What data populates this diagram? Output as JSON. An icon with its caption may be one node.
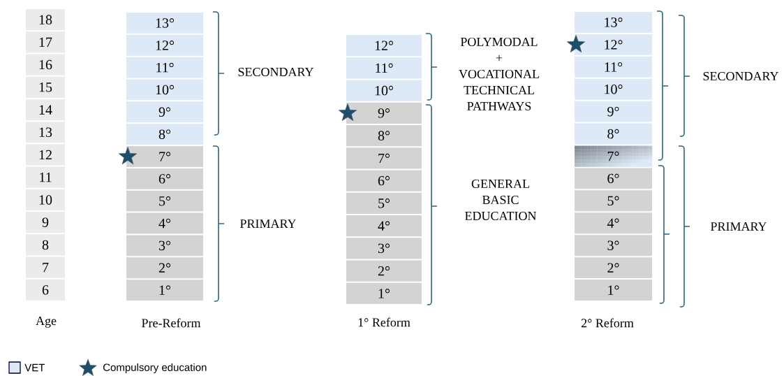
{
  "diagram": {
    "nodes": [
      {
        "text": [
          "18"
        ]
      },
      {
        "text": [
          "17"
        ]
      },
      {
        "text": [
          "16"
        ]
      },
      {
        "text": [
          "15"
        ]
      },
      {
        "text": [
          "14"
        ]
      },
      {
        "text": [
          "13"
        ]
      },
      {
        "text": [
          "12"
        ]
      },
      {
        "text": [
          "11"
        ]
      },
      {
        "text": [
          "10"
        ]
      },
      {
        "text": [
          "9"
        ]
      },
      {
        "text": [
          "8"
        ]
      },
      {
        "text": [
          "7"
        ]
      },
      {
        "text": [
          "6"
        ]
      },
      {
        "text": [
          "13°"
        ]
      },
      {
        "text": [
          "12°"
        ]
      },
      {
        "text": [
          "11°"
        ]
      },
      {
        "text": [
          "10°"
        ]
      },
      {
        "text": [
          "9°"
        ]
      },
      {
        "text": [
          "8°"
        ]
      },
      {
        "text": [
          "7°"
        ]
      },
      {
        "text": [
          "6°"
        ]
      },
      {
        "text": [
          "5°"
        ]
      },
      {
        "text": [
          "4°"
        ]
      },
      {
        "text": [
          "3°"
        ]
      },
      {
        "text": [
          "2°"
        ]
      },
      {
        "text": [
          "1°"
        ]
      },
      {
        "text": [
          "12°"
        ]
      },
      {
        "text": [
          "11°"
        ]
      },
      {
        "text": [
          "10°"
        ]
      },
      {
        "text": [
          "9°"
        ]
      },
      {
        "text": [
          "8°"
        ]
      },
      {
        "text": [
          "7°"
        ]
      },
      {
        "text": [
          "6°"
        ]
      },
      {
        "text": [
          "5°"
        ]
      },
      {
        "text": [
          "4°"
        ]
      },
      {
        "text": [
          "3°"
        ]
      },
      {
        "text": [
          "2°"
        ]
      },
      {
        "text": [
          "1°"
        ]
      },
      {
        "text": [
          "13°"
        ]
      },
      {
        "text": [
          "12°"
        ]
      },
      {
        "text": [
          "11°"
        ]
      },
      {
        "text": [
          "10°"
        ]
      },
      {
        "text": [
          "9°"
        ]
      },
      {
        "text": [
          "8°"
        ]
      },
      {
        "text": [
          "7°"
        ]
      },
      {
        "text": [
          "6°"
        ]
      },
      {
        "text": [
          "5°"
        ]
      },
      {
        "text": [
          "4°"
        ]
      },
      {
        "text": [
          "3°"
        ]
      },
      {
        "text": [
          "2°"
        ]
      },
      {
        "text": [
          "1°"
        ]
      }
    ],
    "labels": [
      "Age",
      "Pre-Reform",
      "SECONDARY",
      "PRIMARY",
      "POLYMODAL + VOCATIONAL TECHNICAL PATHWAYS",
      "1° Reform",
      "GENERAL BASIC EDUCATION",
      "2° Reform",
      "SECONDARY",
      "PRIMARY"
    ],
    "legend": [
      {
        "text": "VET",
        "color": "#dde9f6"
      },
      {
        "text": "Compulsory education"
      }
    ]
  }
}
